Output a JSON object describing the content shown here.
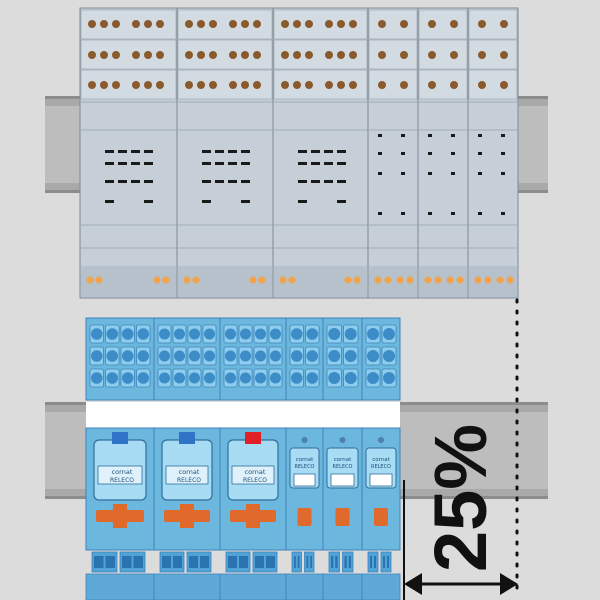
{
  "figure": {
    "comparison_label": "25%",
    "brand_line1": "cornat",
    "brand_line2": "RELECO"
  },
  "colors": {
    "background": "#dcdcdc",
    "din_rail": "#a9a9a9",
    "old_module_face": "#c6cfd8",
    "old_module_outline": "#7f8a96",
    "terminal_brown": "#8a5a2c",
    "led_orange": "#f1a24a",
    "new_module_blue": "#6bb7de",
    "new_module_dark": "#3f84b8",
    "actuator_orange": "#e06a2c",
    "button_blue": "#2f73c9",
    "button_red": "#e21f26",
    "arrow_black": "#111111"
  },
  "top_row_modules": [
    {
      "kind": "wide"
    },
    {
      "kind": "wide"
    },
    {
      "kind": "wide"
    },
    {
      "kind": "narrow"
    },
    {
      "kind": "narrow"
    },
    {
      "kind": "narrow"
    }
  ],
  "bottom_row_modules": [
    {
      "kind": "relay",
      "button": "blue"
    },
    {
      "kind": "relay",
      "button": "blue"
    },
    {
      "kind": "relay",
      "button": "red"
    },
    {
      "kind": "slim"
    },
    {
      "kind": "slim"
    },
    {
      "kind": "slim"
    }
  ]
}
